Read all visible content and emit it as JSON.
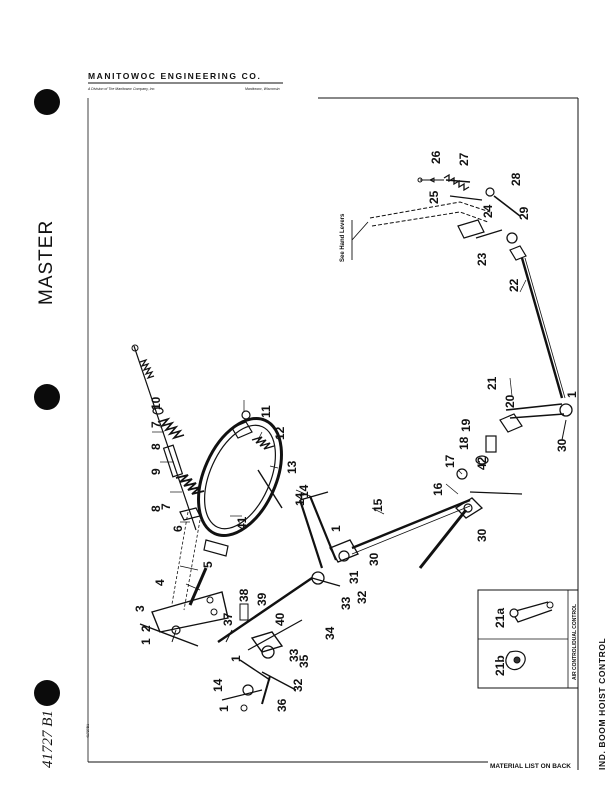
{
  "header": {
    "title": "MANITOWOC ENGINEERING CO.",
    "subtitle": "A Division of The Manitowoc Company, Inc.",
    "location": "Manitowoc, Wisconsin"
  },
  "stamp": "MASTER",
  "doc_number": "41727 B1",
  "side_title": "IND. BOOM HOIST CONTROL",
  "footer": "MATERIAL LIST ON BACK",
  "small_number": "41727B1",
  "inset": {
    "caption": "AIR CONTROL/DUAL CONTROL",
    "items": [
      "21a",
      "21b"
    ]
  },
  "see_note": "See Hand Levers",
  "part_labels": [
    "1",
    "2",
    "3",
    "4",
    "5",
    "6",
    "7",
    "8",
    "9",
    "10",
    "11",
    "12",
    "13",
    "14",
    "15",
    "16",
    "17",
    "18",
    "19",
    "20",
    "21",
    "22",
    "23",
    "24",
    "25",
    "26",
    "27",
    "28",
    "29",
    "30",
    "31",
    "32",
    "33",
    "34",
    "35",
    "36",
    "37",
    "38",
    "39",
    "40",
    "41",
    "42"
  ]
}
